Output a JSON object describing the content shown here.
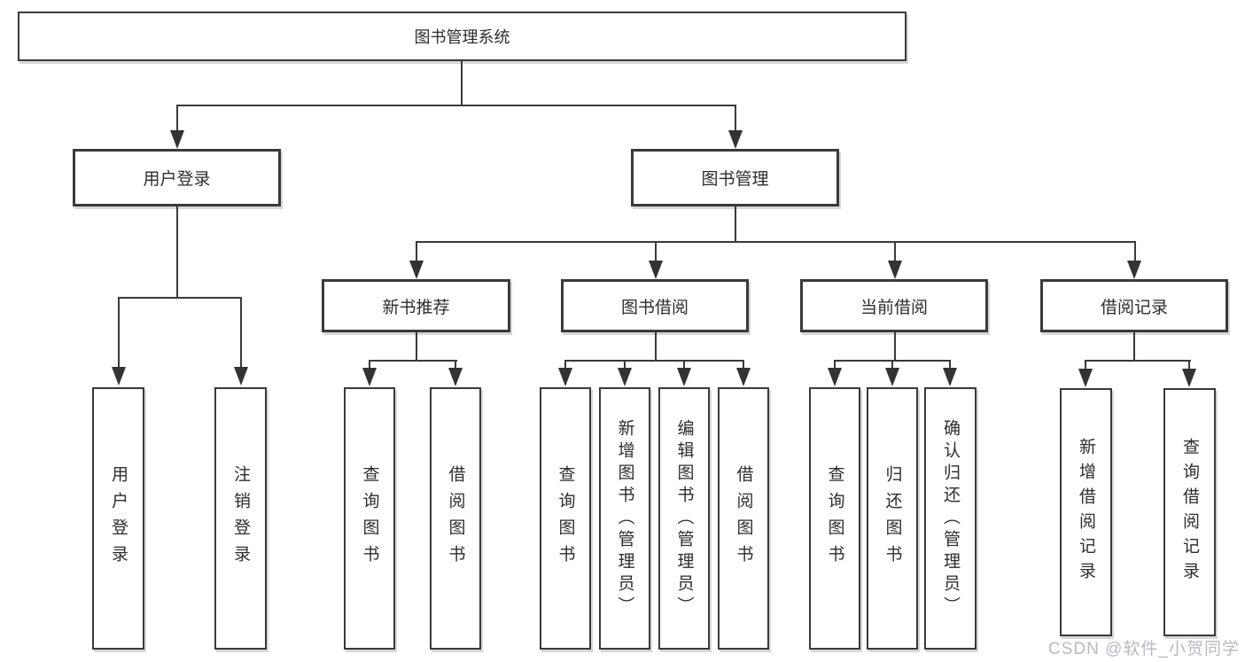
{
  "diagram": {
    "type": "hierarchy-tree",
    "accent_colors": {
      "line": "#3a3a3a",
      "text": "#2d2d2d",
      "box_background": "#ffffff",
      "watermark": "#b6bac1"
    }
  },
  "nodes": {
    "root": {
      "label": "图书管理系统"
    },
    "level2": [
      {
        "id": "user-login",
        "label": "用户登录"
      },
      {
        "id": "book-management",
        "label": "图书管理"
      }
    ],
    "level3": [
      {
        "id": "new-book-recommendation",
        "parent": "book-management",
        "label": "新书推荐"
      },
      {
        "id": "book-borrowing",
        "parent": "book-management",
        "label": "图书借阅"
      },
      {
        "id": "current-borrowing",
        "parent": "book-management",
        "label": "当前借阅"
      },
      {
        "id": "borrowing-records",
        "parent": "book-management",
        "label": "借阅记录"
      }
    ],
    "leaves": [
      {
        "parent": "user-login",
        "label": "用户登录"
      },
      {
        "parent": "user-login",
        "label": "注销登录"
      },
      {
        "parent": "new-book-recommendation",
        "label": "查询图书"
      },
      {
        "parent": "new-book-recommendation",
        "label": "借阅图书"
      },
      {
        "parent": "book-borrowing",
        "label": "查询图书"
      },
      {
        "parent": "book-borrowing",
        "label": "新增图书（管理员）"
      },
      {
        "parent": "book-borrowing",
        "label": "编辑图书（管理员）"
      },
      {
        "parent": "book-borrowing",
        "label": "借阅图书"
      },
      {
        "parent": "current-borrowing",
        "label": "查询图书"
      },
      {
        "parent": "current-borrowing",
        "label": "归还图书"
      },
      {
        "parent": "current-borrowing",
        "label": "确认归还（管理员）"
      },
      {
        "parent": "borrowing-records",
        "label": "新增借阅记录"
      },
      {
        "parent": "borrowing-records",
        "label": "查询借阅记录"
      }
    ]
  },
  "watermark": {
    "text": "CSDN @软件_小贺同学"
  }
}
